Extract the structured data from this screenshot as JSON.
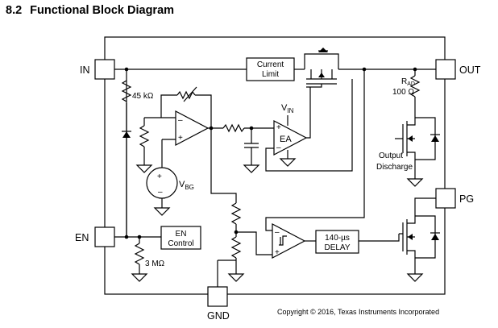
{
  "heading": {
    "number": "8.2",
    "title": "Functional Block Diagram"
  },
  "pins": {
    "in": "IN",
    "out": "OUT",
    "en": "EN",
    "pg": "PG",
    "gnd": "GND"
  },
  "blocks": {
    "current_limit_line1": "Current",
    "current_limit_line2": "Limit",
    "error_amp": "EA",
    "en_control_line1": "EN",
    "en_control_line2": "Control",
    "delay_line1": "140-µs",
    "delay_line2": "DELAY",
    "output_discharge_line1": "Output",
    "output_discharge_line2": "Discharge"
  },
  "labels": {
    "r_feedback": "45 kΩ",
    "r_en": "3 MΩ",
    "r_ad_main": "R",
    "r_ad_sub": "AD",
    "r_ad_value": "100 Ω",
    "vin_main": "V",
    "vin_sub": "IN",
    "vbg_main": "V",
    "vbg_sub": "BG",
    "plus": "+",
    "minus": "–"
  },
  "copyright": "Copyright © 2016, Texas Instruments Incorporated"
}
